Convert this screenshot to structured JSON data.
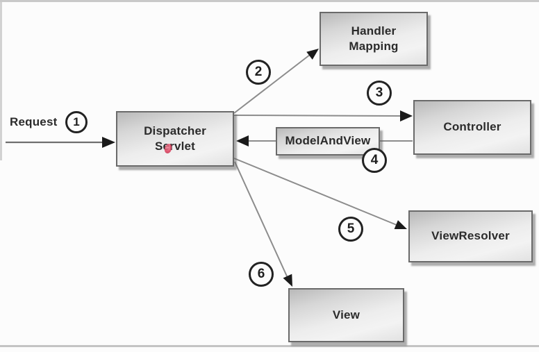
{
  "diagram": {
    "request_label": "Request",
    "nodes": {
      "dispatcher_servlet": {
        "label": "Dispatcher\nServlet"
      },
      "handler_mapping": {
        "label": "Handler\nMapping"
      },
      "controller": {
        "label": "Controller"
      },
      "model_and_view": {
        "label": "ModelAndView"
      },
      "view_resolver": {
        "label": "ViewResolver"
      },
      "view": {
        "label": "View"
      }
    },
    "step_badges": [
      "1",
      "2",
      "3",
      "4",
      "5",
      "6"
    ],
    "edges": [
      {
        "step": "1",
        "from": "Request",
        "to": "Dispatcher Servlet"
      },
      {
        "step": "2",
        "from": "Dispatcher Servlet",
        "to": "Handler Mapping"
      },
      {
        "step": "3",
        "from": "Dispatcher Servlet",
        "to": "Controller"
      },
      {
        "step": "4",
        "from": "Controller",
        "to": "Dispatcher Servlet",
        "via": "ModelAndView"
      },
      {
        "step": "5",
        "from": "Dispatcher Servlet",
        "to": "ViewResolver"
      },
      {
        "step": "6",
        "from": "Dispatcher Servlet",
        "to": "View"
      }
    ],
    "colors": {
      "box_border": "#6a6a6a",
      "box_fill_dark": "#b9b9b9",
      "box_fill_light": "#f3f3f3",
      "arrow_line": "#8c8c8c",
      "arrowhead": "#1a1a1a",
      "badge_border": "#222222",
      "annotation_red": "#dd3d5c",
      "frame_line": "#c9c9c9",
      "background": "#fcfcfc"
    }
  }
}
